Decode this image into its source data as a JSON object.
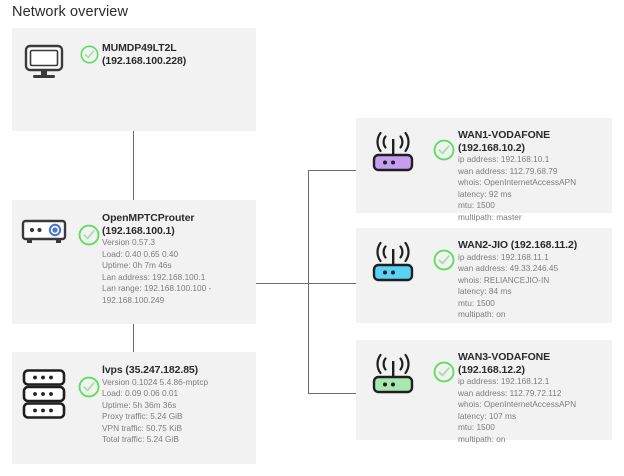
{
  "page": {
    "title": "Network overview",
    "background": "#ffffff",
    "card_background": "#f2f2f2",
    "connector_color": "#6b6b6b",
    "status_ok_color": "#5ede5e",
    "title_color": "#2b2b2b",
    "detail_color": "#7d7d7d"
  },
  "nodes": {
    "client": {
      "icon": "desktop-monitor-icon",
      "status_icon": "check-circle-icon",
      "status": "ok",
      "title": "MUMDP49LT2L",
      "subtitle": "(192.168.100.228)",
      "details": []
    },
    "router": {
      "icon": "router-device-icon",
      "icon_accent": "#2b60c4",
      "status_icon": "check-circle-icon",
      "status": "ok",
      "title": "OpenMPTCProuter",
      "subtitle": "(192.168.100.1)",
      "details": [
        "Version 0.57.3",
        "Load: 0.40 0.65 0.40",
        "Uptime: 0h 7m 46s",
        "Lan address: 192.168.100.1",
        "Lan range: 192.168.100.100 - 192.168.100.249"
      ]
    },
    "vps": {
      "icon": "server-stack-icon",
      "status_icon": "check-circle-icon",
      "status": "ok",
      "title": "lvps (35.247.182.85)",
      "subtitle": "",
      "details": [
        "Version 0.1024 5.4.86-mptcp",
        "Load: 0.09 0.06 0.01",
        "Uptime: 5h 36m 36s",
        "Proxy traffic: 5.24 GiB",
        "VPN traffic: 50.75 KiB",
        "Total traffic: 5.24 GiB"
      ]
    },
    "wan1": {
      "icon": "wifi-router-icon",
      "icon_color": "#c79df0",
      "status_icon": "check-circle-icon",
      "status": "ok",
      "title": "WAN1-VODAFONE",
      "subtitle": "(192.168.10.2)",
      "details": [
        "ip address: 192.168.10.1",
        "wan address: 112.79.68.79",
        "whois: OpenInternetAccessAPN",
        "latency: 92 ms",
        "mtu: 1500",
        "multipath: master"
      ]
    },
    "wan2": {
      "icon": "wifi-router-icon",
      "icon_color": "#5ad2f5",
      "status_icon": "check-circle-icon",
      "status": "ok",
      "title": "WAN2-JIO (192.168.11.2)",
      "subtitle": "",
      "details": [
        "ip address: 192.168.11.1",
        "wan address: 49.33.246.45",
        "whois: RELIANCEJIO-IN",
        "latency: 84 ms",
        "mtu: 1500",
        "multipath: on"
      ]
    },
    "wan3": {
      "icon": "wifi-router-icon",
      "icon_color": "#a8e8b0",
      "status_icon": "check-circle-icon",
      "status": "ok",
      "title": "WAN3-VODAFONE",
      "subtitle": "(192.168.12.2)",
      "details": [
        "ip address: 192.168.12.1",
        "wan address: 112.79.72.112",
        "whois: OpenInternetAccessAPN",
        "latency: 107 ms",
        "mtu: 1500",
        "multipath: on"
      ]
    }
  }
}
